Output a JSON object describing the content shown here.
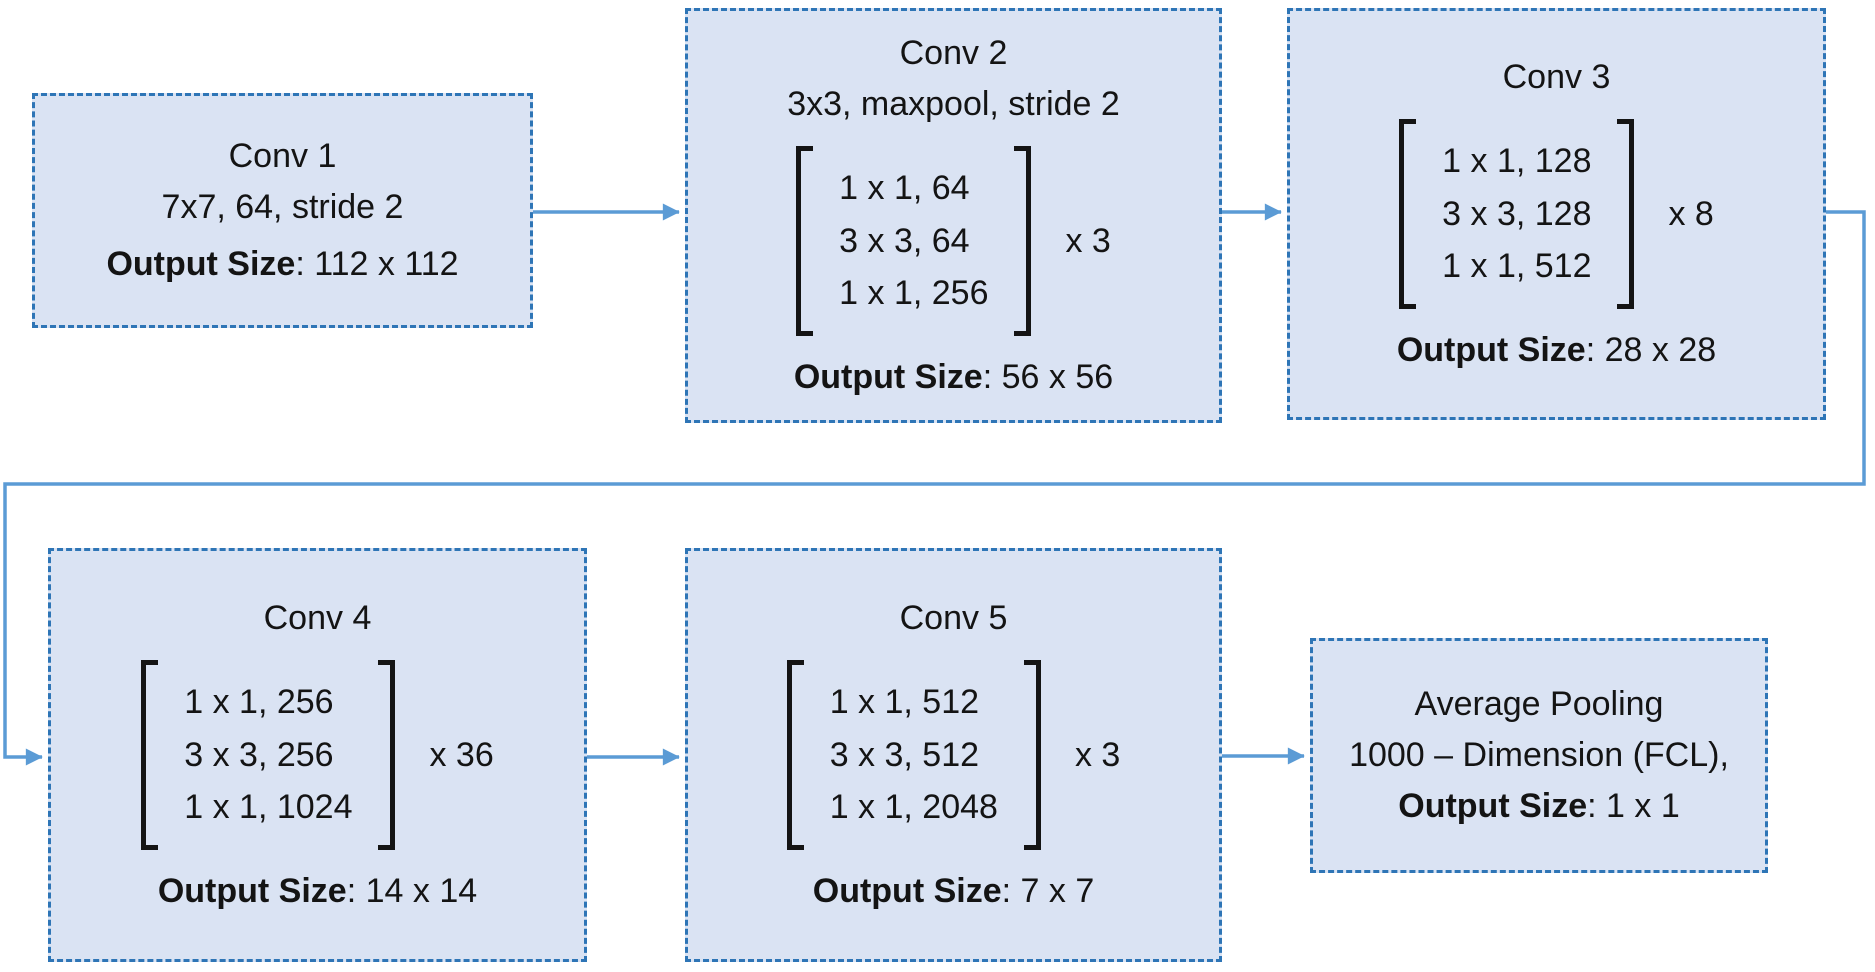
{
  "diagram": {
    "description": "ResNet-style convolutional neural network architecture flow diagram",
    "colors": {
      "box_fill": "#dae3f3",
      "box_border": "#2e75b6",
      "connector": "#5b9bd5",
      "text": "#141414"
    },
    "blocks": [
      {
        "id": "conv1",
        "title": "Conv 1",
        "subtitle": "7x7, 64, stride 2",
        "output_label": "Output Size",
        "output_value": ": 112 x 112"
      },
      {
        "id": "conv2",
        "title": "Conv 2",
        "subtitle": "3x3, maxpool, stride 2",
        "bracket_lines": [
          "1 x 1, 64",
          "3 x 3, 64",
          "1 x 1, 256"
        ],
        "multiplier": "x 3",
        "output_label": "Output Size",
        "output_value": ": 56 x 56"
      },
      {
        "id": "conv3",
        "title": "Conv 3",
        "bracket_lines": [
          "1 x 1, 128",
          "3 x 3, 128",
          "1 x 1, 512"
        ],
        "multiplier": "x 8",
        "output_label": "Output Size",
        "output_value": ": 28 x 28"
      },
      {
        "id": "conv4",
        "title": "Conv 4",
        "bracket_lines": [
          "1 x 1, 256",
          "3 x 3, 256",
          "1 x 1, 1024"
        ],
        "multiplier": "x 36",
        "output_label": "Output Size",
        "output_value": ": 14 x 14"
      },
      {
        "id": "conv5",
        "title": "Conv 5",
        "bracket_lines": [
          "1 x 1, 512",
          "3 x 3, 512",
          "1 x 1, 2048"
        ],
        "multiplier": "x 3",
        "output_label": "Output Size",
        "output_value": ": 7 x 7"
      },
      {
        "id": "avgpool",
        "title": "Average Pooling",
        "subtitle": "1000 – Dimension (FCL),",
        "output_label": "Output Size",
        "output_value": ": 1 x 1"
      }
    ]
  }
}
